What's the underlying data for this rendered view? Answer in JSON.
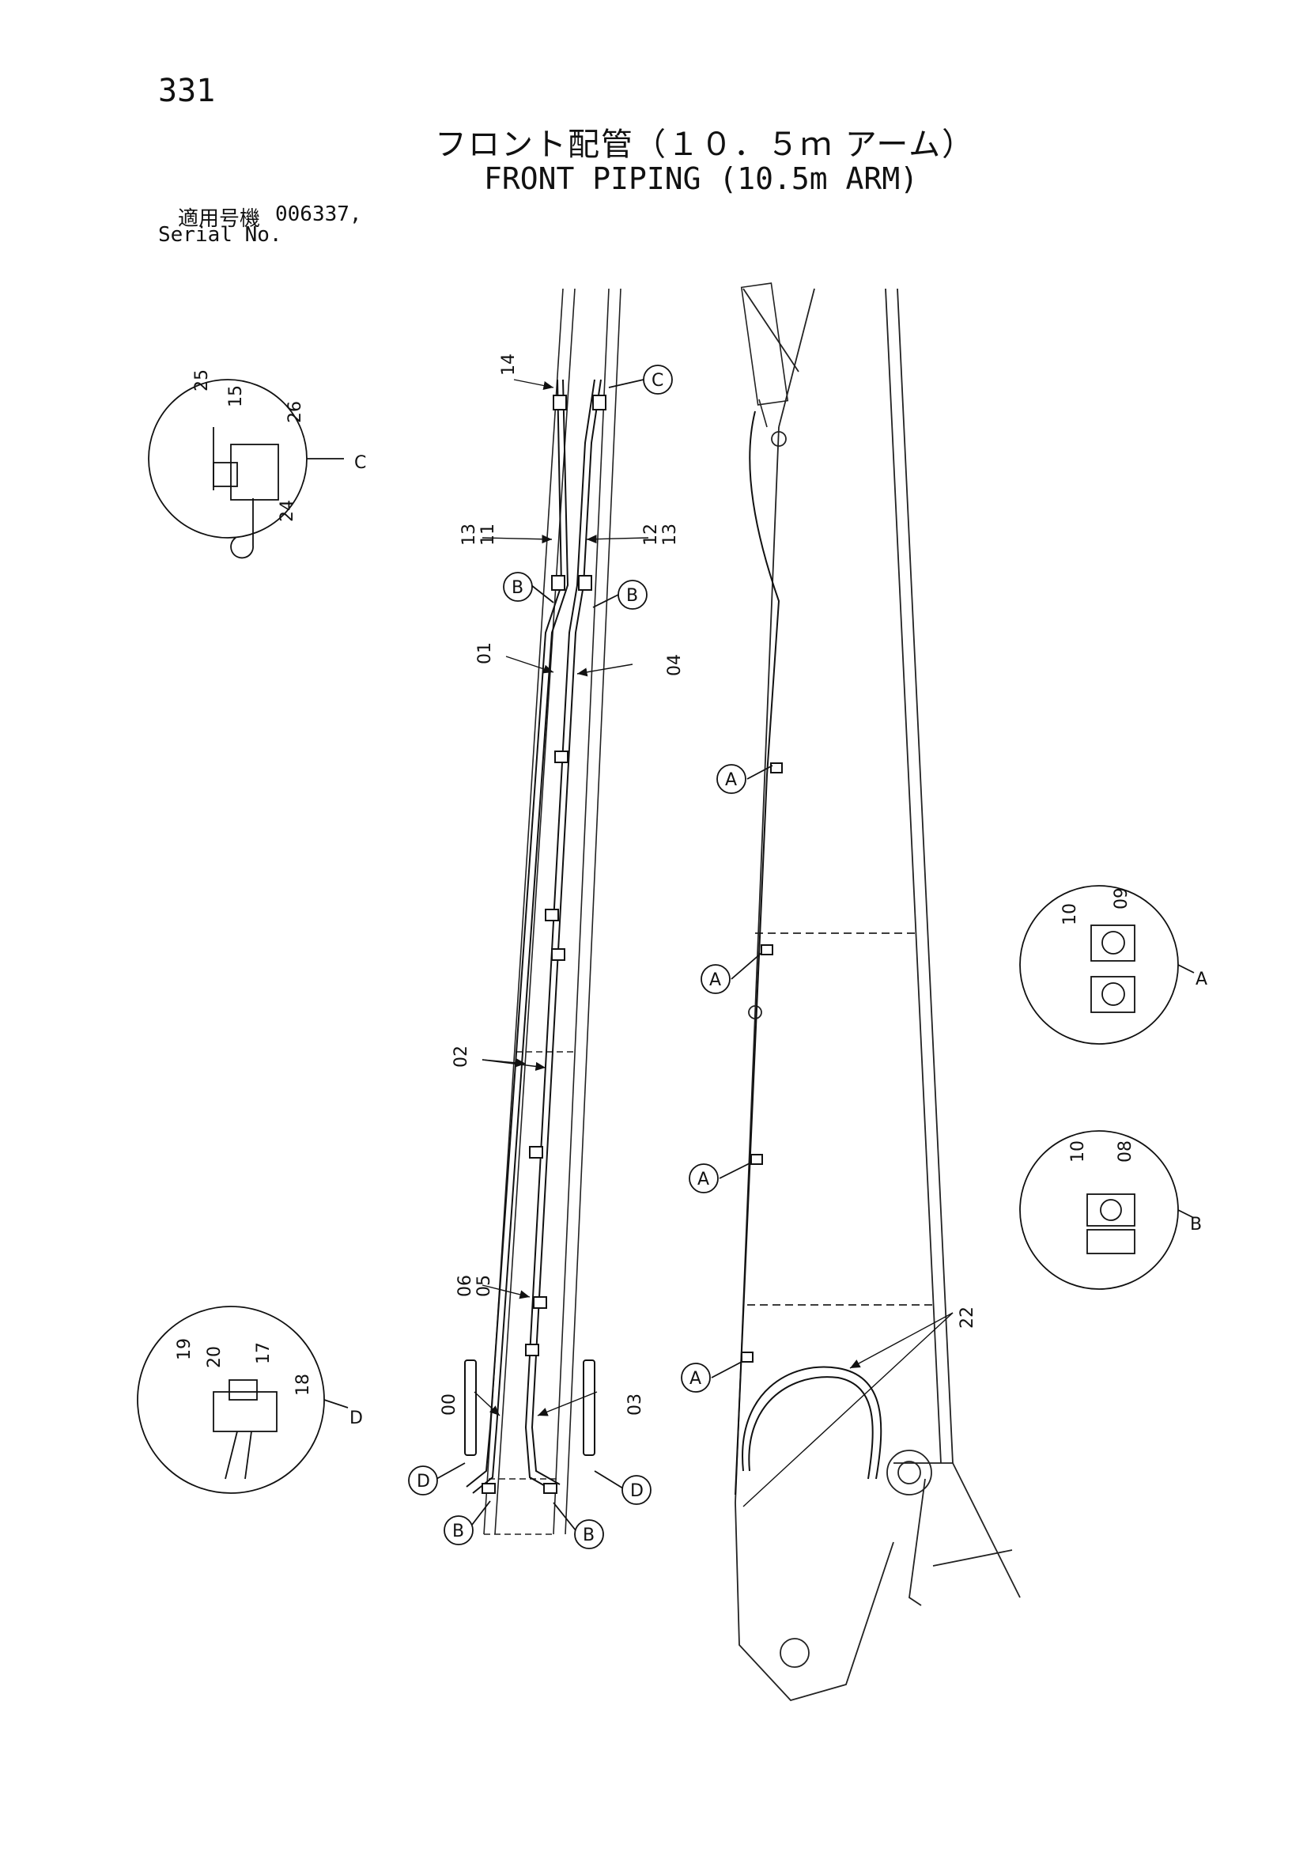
{
  "page_number": "331",
  "title_jp": "フロント配管（１０．５ｍ アーム）",
  "title_en": "FRONT PIPING (10.5m ARM)",
  "serial": {
    "label_jp": "適用号機",
    "value": "006337,",
    "label_en": "Serial No."
  },
  "detail_views": {
    "C": {
      "letter": "C",
      "parts": [
        "25",
        "15",
        "26",
        "24"
      ]
    },
    "A": {
      "letter": "A",
      "parts": [
        "10",
        "09"
      ]
    },
    "B": {
      "letter": "B",
      "parts": [
        "10",
        "08"
      ]
    },
    "D": {
      "letter": "D",
      "parts": [
        "19",
        "20",
        "17",
        "18"
      ]
    }
  },
  "part_labels": {
    "p14": "14",
    "p13_11": "13\n11",
    "p12_13": "12\n13",
    "p01": "01",
    "p04": "04",
    "p02": "02",
    "p06_05": "06\n05",
    "p00": "00",
    "p03": "03",
    "p22": "22"
  },
  "callouts": {
    "A": "A",
    "B": "B",
    "C": "C",
    "D": "D"
  }
}
